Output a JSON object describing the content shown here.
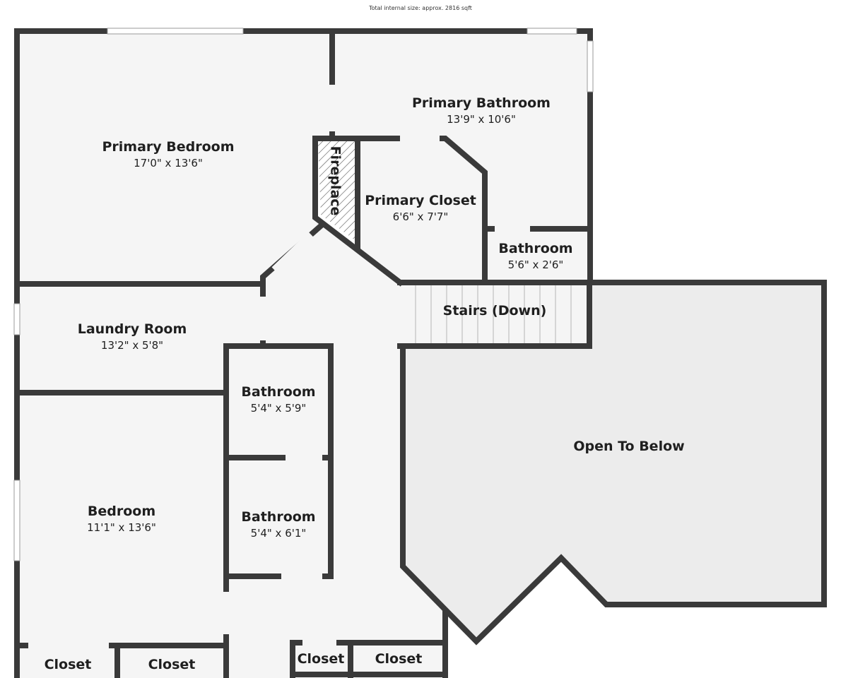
{
  "caption": "Total internal size: approx. 2816 sqft",
  "colors": {
    "wall": "#3a3a3a",
    "floor": "#f5f5f5",
    "open_to_below": "#ececec",
    "fireplace_hatch": "#555555"
  },
  "rooms": {
    "primary_bedroom": {
      "name": "Primary Bedroom",
      "dims": "17'0\" x 13'6\""
    },
    "primary_bathroom": {
      "name": "Primary Bathroom",
      "dims": "13'9\" x 10'6\""
    },
    "fireplace": {
      "name": "Fireplace"
    },
    "primary_closet": {
      "name": "Primary Closet",
      "dims": "6'6\" x 7'7\""
    },
    "bathroom_small": {
      "name": "Bathroom",
      "dims": "5'6\" x 2'6\""
    },
    "stairs": {
      "name": "Stairs (Down)"
    },
    "laundry": {
      "name": "Laundry Room",
      "dims": "13'2\" x 5'8\""
    },
    "bathroom_a": {
      "name": "Bathroom",
      "dims": "5'4\" x 5'9\""
    },
    "bathroom_b": {
      "name": "Bathroom",
      "dims": "5'4\" x 6'1\""
    },
    "open_to_below": {
      "name": "Open To Below"
    },
    "bedroom": {
      "name": "Bedroom",
      "dims": "11'1\" x 13'6\""
    },
    "closet_1": {
      "name": "Closet"
    },
    "closet_2": {
      "name": "Closet"
    },
    "closet_3": {
      "name": "Closet"
    },
    "closet_4": {
      "name": "Closet"
    }
  }
}
